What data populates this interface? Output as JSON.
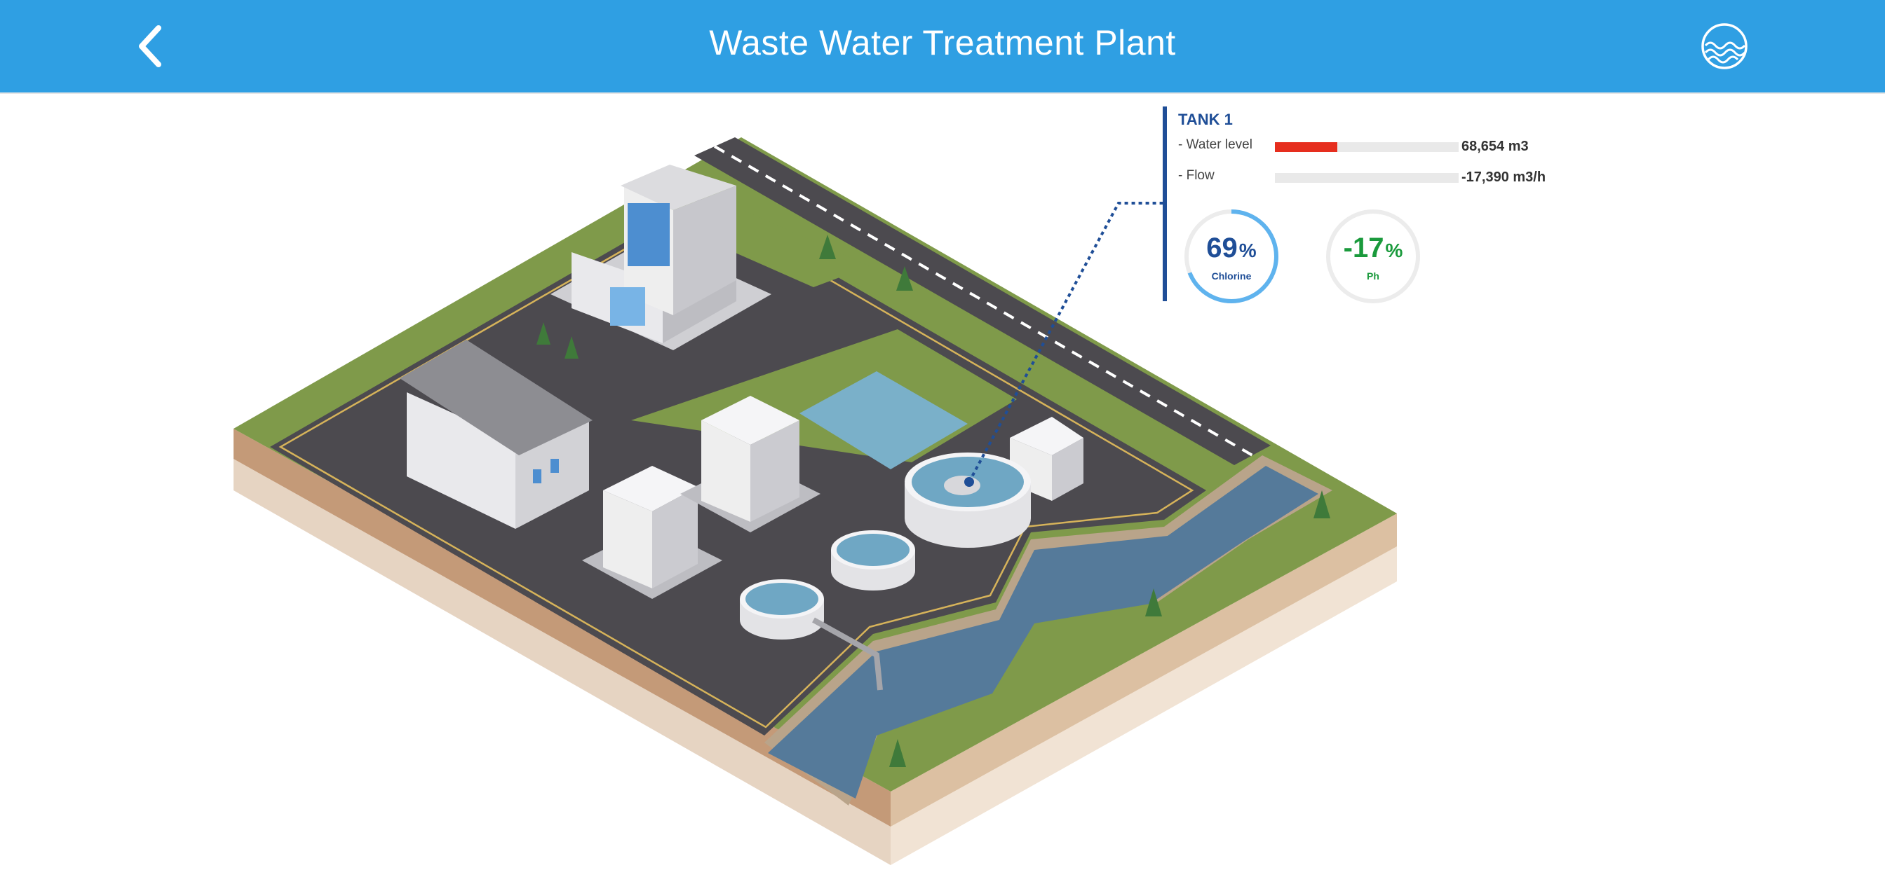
{
  "header": {
    "title": "Waste Water Treatment Plant",
    "back_icon": "chevron-left-icon",
    "logo_icon": "water-waves-icon",
    "color": "#2f9fe3"
  },
  "tank": {
    "title": "TANK 1",
    "water_level": {
      "label": "- Water level",
      "value": "68,654 m3",
      "fill_fraction": 0.34,
      "color": "#e62e1e"
    },
    "flow": {
      "label": "- Flow",
      "value": "-17,390 m3/h",
      "fill_fraction": 0
    },
    "chlorine": {
      "value": "69",
      "unit": "%",
      "label": "Chlorine",
      "fraction": 0.69,
      "color": "#1f4e97",
      "ring_color": "#5fb3ee"
    },
    "ph": {
      "value": "-17",
      "unit": "%",
      "label": "Ph",
      "fraction": 0,
      "color": "#1a9a3c"
    }
  }
}
